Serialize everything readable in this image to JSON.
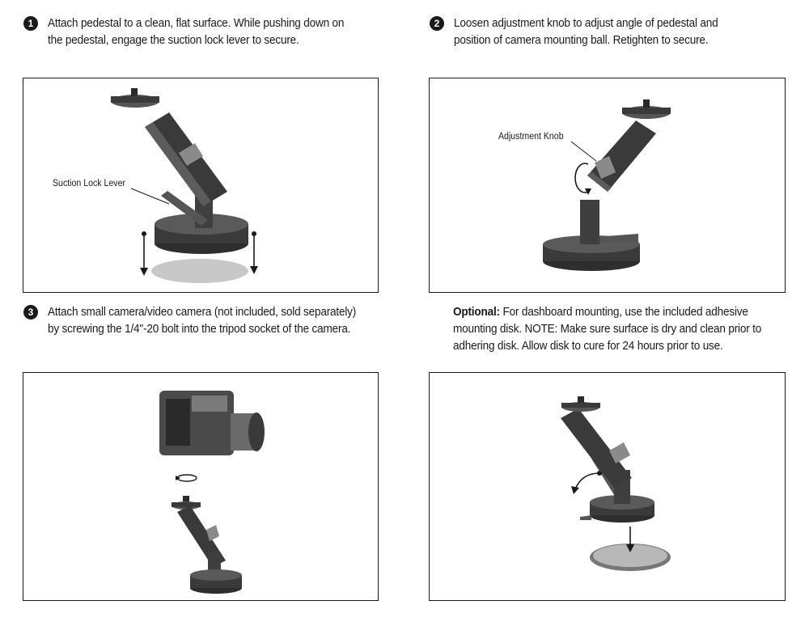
{
  "step1": {
    "number": "1",
    "line1": "Attach pedestal to a clean, flat surface. While pushing down on",
    "line2": "the pedestal, engage the suction lock lever to secure."
  },
  "step2": {
    "number": "2",
    "line1": "Loosen adjustment knob to adjust angle of pedestal and",
    "line2": "position of camera mounting ball. Retighten to secure."
  },
  "step3": {
    "number": "3",
    "line1": "Attach small camera/video camera (not included, sold separately)",
    "line2": "by screwing the 1/4\"-20 bolt into the tripod socket of the camera."
  },
  "optional": {
    "label": "Optional:",
    "line1": " For dashboard mounting, use the included adhesive",
    "line2": "mounting disk. NOTE: Make sure surface is dry and clean prior to",
    "line3": "adhering disk. Allow disk to cure for 24 hours prior to use."
  },
  "callouts": {
    "suction_lock_lever": "Suction Lock Lever",
    "adjustment_knob": "Adjustment Knob"
  },
  "colors": {
    "ink": "#1a1a1a",
    "mount_dark": "#3a3a3a",
    "mount_mid": "#6b6b6b",
    "shadow": "#c8c8c8"
  }
}
